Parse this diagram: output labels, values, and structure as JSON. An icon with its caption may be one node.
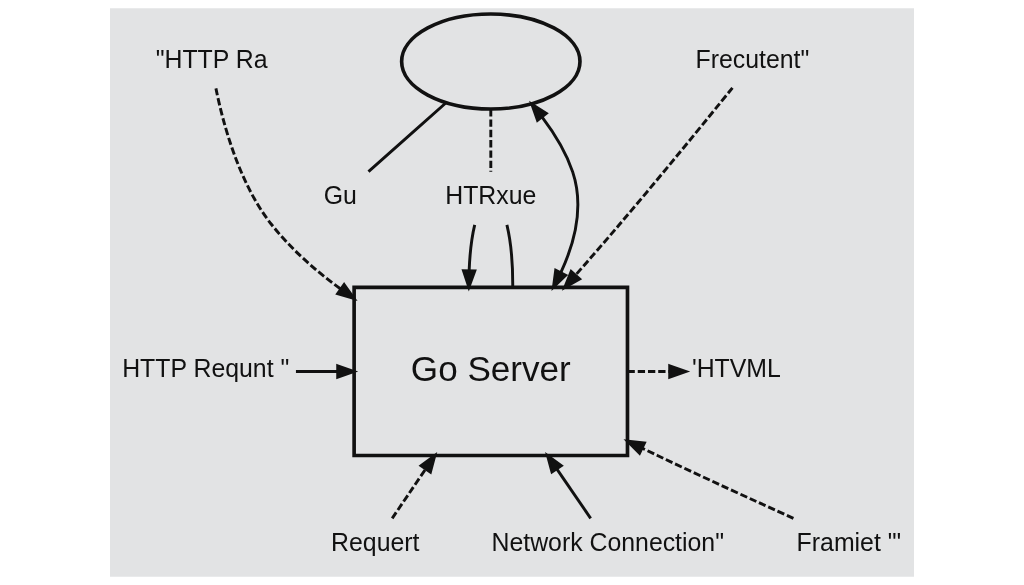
{
  "diagram": {
    "nodes": [
      {
        "text": [
          "Go Server"
        ]
      },
      {
        "text": [],
        "shape": "cloud"
      },
      {
        "text": [
          "\"HTTP Ra"
        ]
      },
      {
        "text": [
          "Frecutent\""
        ]
      },
      {
        "text": [
          "HTTP Requnt \""
        ]
      },
      {
        "text": [
          "Requert"
        ]
      },
      {
        "text": [
          "'HTVML"
        ]
      },
      {
        "text": [
          "Framiet \"'"
        ]
      },
      {
        "text": [
          "Network Connection\""
        ]
      },
      {
        "text": [
          "Gu"
        ]
      },
      {
        "text": [
          "HTRxue"
        ]
      }
    ],
    "edges": [
      {
        "from": 2,
        "to": 0,
        "arrow": "to",
        "style": "dashed"
      },
      {
        "from": 3,
        "to": 0,
        "arrow": "to",
        "style": "dashed"
      },
      {
        "from": 1,
        "to": 0,
        "arrow": "both"
      },
      {
        "from": 1,
        "to": 9,
        "arrow": "none"
      },
      {
        "from": 1,
        "to": 10,
        "arrow": "none",
        "style": "dashed"
      },
      {
        "from": 10,
        "to": 0,
        "arrow": "to"
      },
      {
        "from": 10,
        "to": 0,
        "arrow": "none"
      },
      {
        "from": 4,
        "to": 0,
        "arrow": "to"
      },
      {
        "from": 0,
        "to": 6,
        "arrow": "to",
        "style": "dashed"
      },
      {
        "from": 5,
        "to": 0,
        "arrow": "to",
        "style": "dashed"
      },
      {
        "from": 7,
        "to": 0,
        "arrow": "to",
        "style": "dashed"
      },
      {
        "from": 8,
        "to": 0,
        "arrow": "to"
      }
    ]
  }
}
